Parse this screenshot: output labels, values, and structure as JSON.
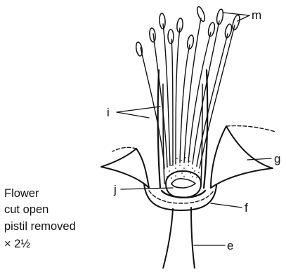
{
  "labels": {
    "m": "m",
    "i": "i",
    "g": "g",
    "j": "j",
    "f": "f",
    "e": "e"
  },
  "caption": {
    "line1": "Flower",
    "line2": "cut open",
    "line3": "pistil removed",
    "line4": "× 2½"
  }
}
